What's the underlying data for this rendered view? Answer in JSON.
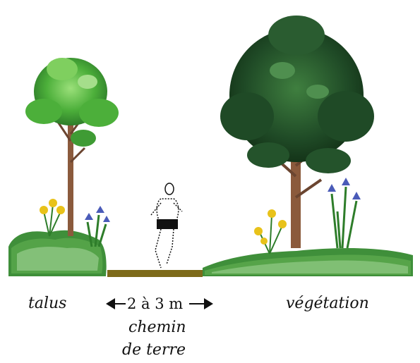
{
  "labels": {
    "talus": "talus",
    "width": "2 à 3 m",
    "chemin_line1": "chemin",
    "chemin_line2": "de terre",
    "vegetation": "végétation"
  },
  "colors": {
    "path": "#7d6a1a",
    "grass": "#3f8f3a",
    "grass_light": "#a9d9a0",
    "tree_light": "#4caf3a",
    "tree_dark": "#1f4a26",
    "trunk": "#8b5a3c",
    "flower_yellow": "#e8c21a",
    "flower_blue": "#4a5bb8"
  },
  "icons": [
    "tree-icon",
    "runner-icon",
    "flower-icon",
    "iris-icon",
    "arrow-left-icon",
    "arrow-right-icon"
  ]
}
